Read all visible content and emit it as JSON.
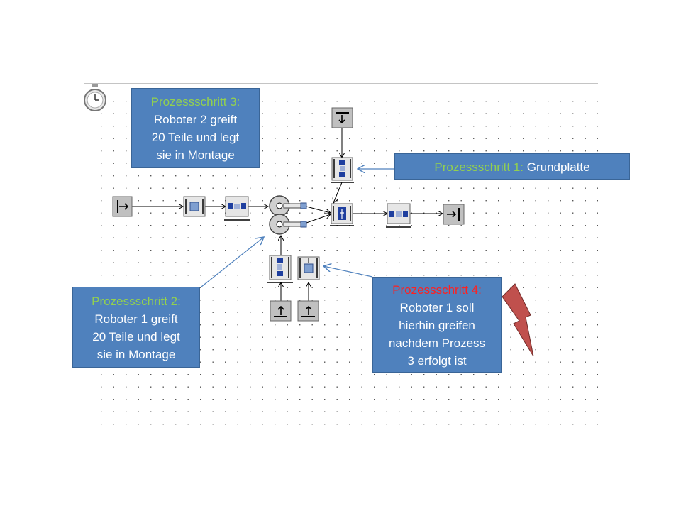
{
  "callouts": {
    "step3": {
      "heading": "Prozessschritt 3:",
      "lines": [
        "Roboter 2 greift",
        "20 Teile und legt",
        "sie in Montage"
      ]
    },
    "step1": {
      "heading": "Prozessschritt 1:",
      "text": "Grundplatte"
    },
    "step2": {
      "heading": "Prozessschritt 2:",
      "lines": [
        "Roboter 1 greift",
        "20 Teile und legt",
        "sie in Montage"
      ]
    },
    "step4": {
      "heading": "Prozessschritt 4:",
      "lines": [
        "Roboter 1 soll",
        "hierhin greifen",
        "nachdem Prozess",
        "3 erfolgt ist"
      ]
    }
  },
  "icons": {
    "stopwatch": "stopwatch-icon",
    "source": "source-block-icon",
    "sink": "sink-block-icon",
    "buffer": "buffer-block-icon",
    "station": "station-block-icon",
    "robot": "robot-block-icon",
    "assembly": "assembly-block-icon",
    "lightning": "lightning-icon"
  },
  "colors": {
    "callout_fill": "#4f81bd",
    "heading_green": "#92d050",
    "heading_red": "#ff2020",
    "lightning_fill": "#c0504d",
    "connector": "#4f81bd"
  }
}
